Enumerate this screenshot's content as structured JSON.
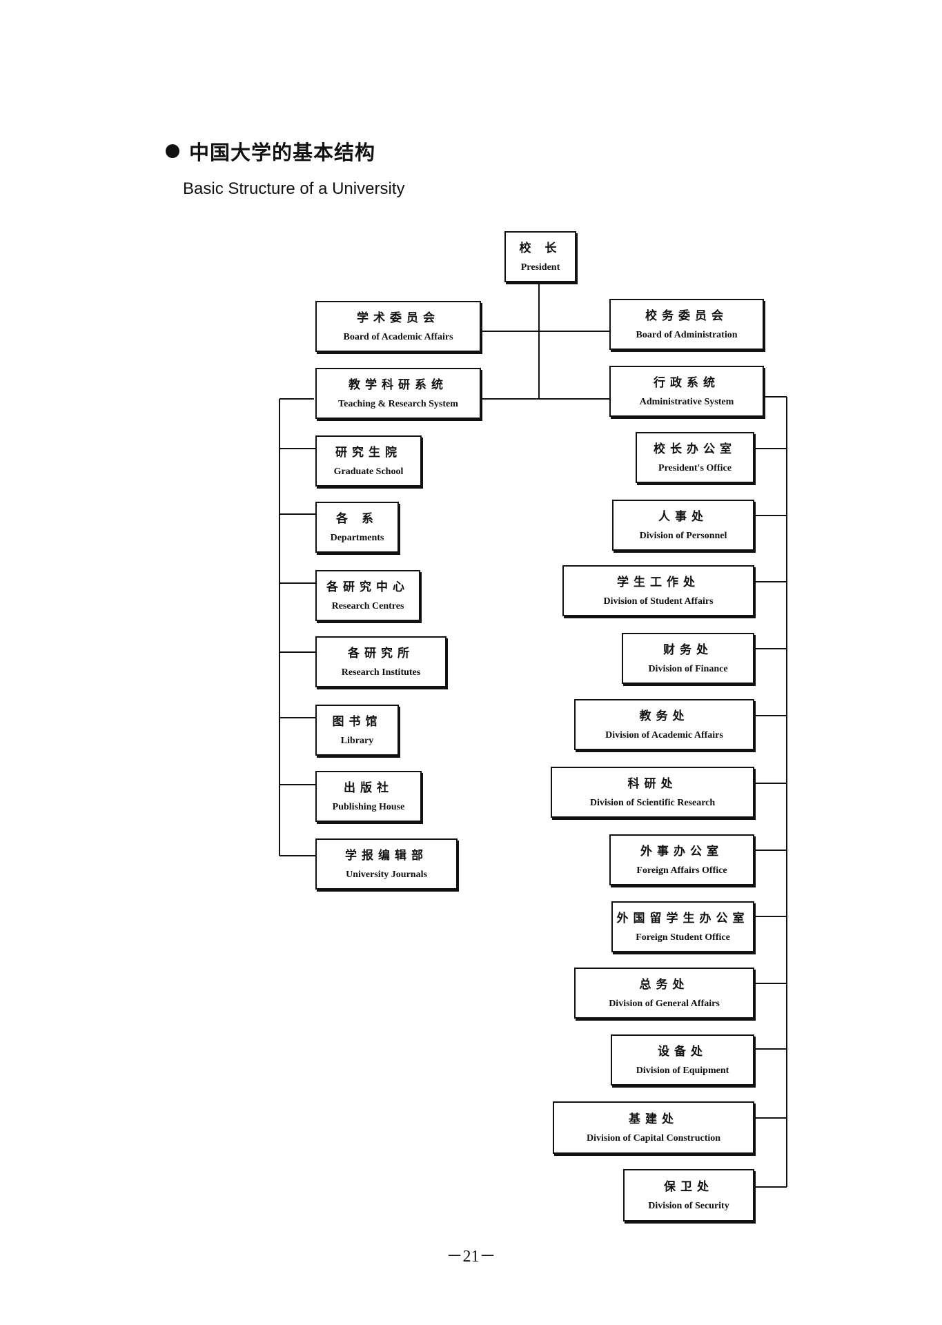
{
  "heading": {
    "title_zh": "中国大学的基本结构",
    "title_en": "Basic Structure of a University"
  },
  "org": {
    "president": {
      "zh": "校 长",
      "en": "President"
    },
    "academic_board": {
      "zh": "学术委员会",
      "en": "Board of Academic Affairs"
    },
    "admin_board": {
      "zh": "校务委员会",
      "en": "Board of Administration"
    },
    "teaching_research": {
      "zh": "教学科研系统",
      "en": "Teaching & Research System"
    },
    "administrative": {
      "zh": "行政系统",
      "en": "Administrative System"
    },
    "left_units": [
      {
        "zh": "研究生院",
        "en": "Graduate School"
      },
      {
        "zh": "各 系",
        "en": "Departments"
      },
      {
        "zh": "各研究中心",
        "en": "Research Centres"
      },
      {
        "zh": "各研究所",
        "en": "Research Institutes"
      },
      {
        "zh": "图书馆",
        "en": "Library"
      },
      {
        "zh": "出版社",
        "en": "Publishing House"
      },
      {
        "zh": "学报编辑部",
        "en": "University Journals"
      }
    ],
    "right_units": [
      {
        "zh": "校长办公室",
        "en": "President's Office"
      },
      {
        "zh": "人事处",
        "en": "Division of Personnel"
      },
      {
        "zh": "学生工作处",
        "en": "Division of Student Affairs"
      },
      {
        "zh": "财务处",
        "en": "Division of Finance"
      },
      {
        "zh": "教务处",
        "en": "Division of Academic Affairs"
      },
      {
        "zh": "科研处",
        "en": "Division of Scientific Research"
      },
      {
        "zh": "外事办公室",
        "en": "Foreign Affairs Office"
      },
      {
        "zh": "外国留学生办公室",
        "en": "Foreign Student Office"
      },
      {
        "zh": "总务处",
        "en": "Division of General Affairs"
      },
      {
        "zh": "设备处",
        "en": "Division of Equipment"
      },
      {
        "zh": "基建处",
        "en": "Division of Capital Construction"
      },
      {
        "zh": "保卫处",
        "en": "Division of Security"
      }
    ]
  },
  "page_number": "－21－"
}
